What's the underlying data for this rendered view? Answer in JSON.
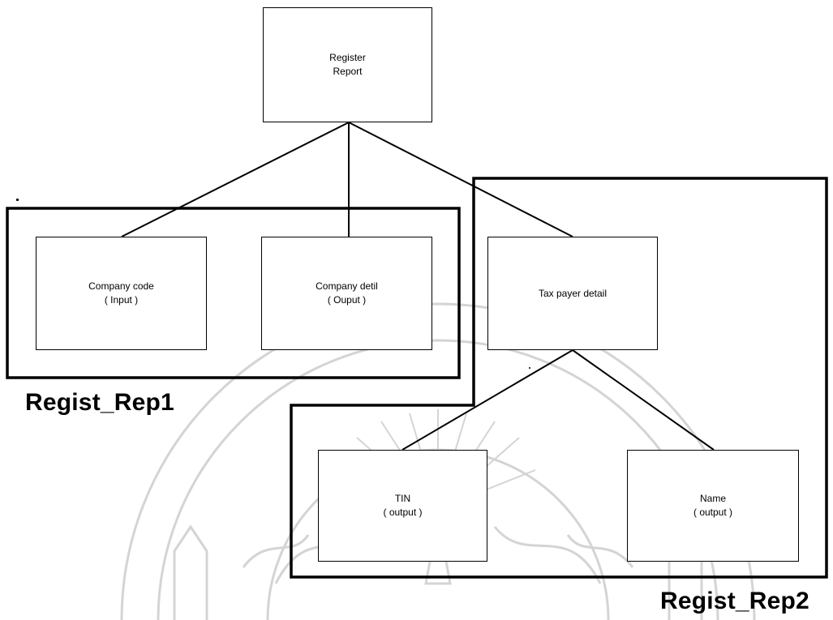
{
  "nodes": {
    "root": {
      "line1": "Register",
      "line2": "Report"
    },
    "company_code": {
      "line1": "Company code",
      "line2": "( Input )"
    },
    "company_detail": {
      "line1": "Company detil",
      "line2": "( Ouput )"
    },
    "tax_payer": {
      "line1": "Tax payer detail"
    },
    "tin": {
      "line1": "TIN",
      "line2": "( output )"
    },
    "name": {
      "line1": "Name",
      "line2": "( output )"
    }
  },
  "groups": {
    "rep1": {
      "label": "Regist_Rep1"
    },
    "rep2": {
      "label": "Regist_Rep2"
    }
  },
  "watermark": {
    "description": "university seal (faint)",
    "color": "#d0d0d0"
  },
  "colors": {
    "line": "#000000",
    "background": "#ffffff"
  }
}
